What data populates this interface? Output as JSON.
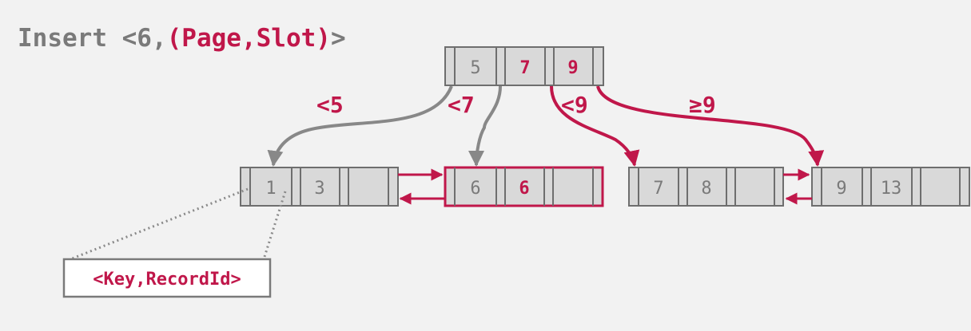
{
  "title": {
    "prefix": "Insert <6,",
    "highlight": "(Page,Slot)",
    "suffix": ">"
  },
  "colors": {
    "gray_text": "#7a7a7a",
    "gray_line": "#888888",
    "accent": "#c0174a",
    "node_fill": "#d9d9d9",
    "node_border": "#6e6e6e",
    "background": "#f2f2f2"
  },
  "root": {
    "keys": [
      {
        "text": "5",
        "highlight": false
      },
      {
        "text": "7",
        "highlight": true
      },
      {
        "text": "9",
        "highlight": true
      }
    ]
  },
  "edge_labels": [
    {
      "text": "<5"
    },
    {
      "text": "<7"
    },
    {
      "text": "<9"
    },
    {
      "text": "≥9"
    }
  ],
  "leaves": [
    {
      "keys": [
        {
          "text": "1"
        },
        {
          "text": "3"
        },
        {
          "text": ""
        }
      ],
      "highlight": false
    },
    {
      "keys": [
        {
          "text": "6"
        },
        {
          "text": "6",
          "highlight": true
        },
        {
          "text": ""
        }
      ],
      "highlight": true
    },
    {
      "keys": [
        {
          "text": "7"
        },
        {
          "text": "8"
        },
        {
          "text": ""
        }
      ],
      "highlight": false
    },
    {
      "keys": [
        {
          "text": "9"
        },
        {
          "text": "13"
        },
        {
          "text": ""
        }
      ],
      "highlight": false
    }
  ],
  "entry_box": {
    "text": "<Key,RecordId>"
  }
}
